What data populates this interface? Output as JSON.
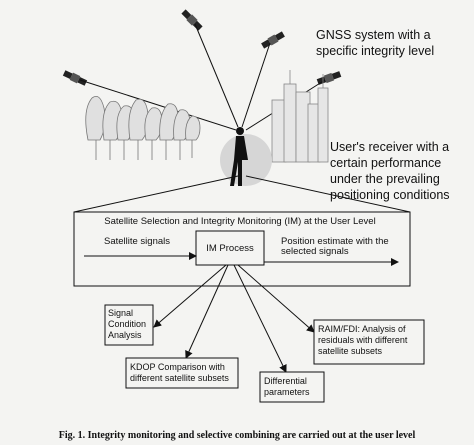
{
  "top_labels": {
    "gnss_line1": "GNSS system with a",
    "gnss_line2": "specific integrity level",
    "receiver_line1": "User's receiver with a",
    "receiver_line2": "certain performance",
    "receiver_line3": "under the prevailing",
    "receiver_line4": "positioning conditions"
  },
  "process": {
    "header": "Satellite Selection and Integrity Monitoring (IM) at the User Level",
    "input_label": "Satellite signals",
    "box_label": "IM Process",
    "output_line1": "Position estimate with the",
    "output_line2": "selected signals"
  },
  "methods": {
    "signal_line1": "Signal",
    "signal_line2": "Condition",
    "signal_line3": "Analysis",
    "kdop_line1": "KDOP Comparison with",
    "kdop_line2": "different satellite subsets",
    "diff_line1": "Differential",
    "diff_line2": "parameters",
    "raim_line1": "RAIM/FDI: Analysis of",
    "raim_line2": "residuals with different",
    "raim_line3": "satellite subsets"
  },
  "caption": "Fig. 1. Integrity monitoring and selective combining are carried out at the user level",
  "colors": {
    "ink": "#111111",
    "paper": "#f4f4f2",
    "shade": "#d6d6d6"
  }
}
